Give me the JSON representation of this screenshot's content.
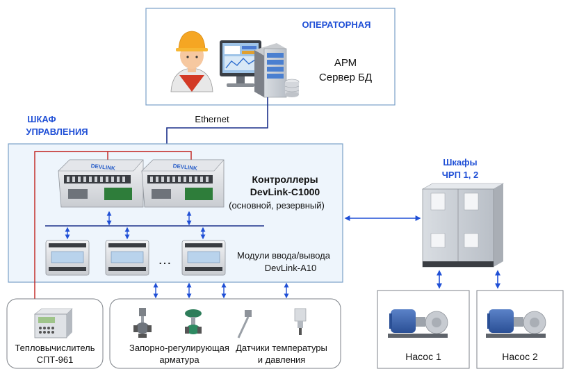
{
  "operator_room": {
    "title": "ОПЕРАТОРНАЯ",
    "line1": "АРМ",
    "line2": "Сервер БД"
  },
  "network": {
    "label": "Ethernet"
  },
  "cabinet": {
    "title_line1": "ШКАФ",
    "title_line2": "УПРАВЛЕНИЯ"
  },
  "controllers": {
    "line1": "Контроллеры",
    "line2": "DevLink-C1000",
    "line3": "(основной, резервный)",
    "brand": "DEVLINK"
  },
  "io_modules": {
    "line1": "Модули ввода/вывода",
    "line2": "DevLink-A10",
    "ellipsis": "…"
  },
  "vfd": {
    "line1": "Шкафы",
    "line2": "ЧРП 1, 2"
  },
  "pumps": [
    {
      "label": "Насос 1"
    },
    {
      "label": "Насос 2"
    }
  ],
  "heat_calc": {
    "line1": "Тепловычислитель",
    "line2": "СПТ-961"
  },
  "field_devices": {
    "valves_line1": "Запорно-регулирующая",
    "valves_line2": "арматура",
    "sensors_line1": "Датчики температуры",
    "sensors_line2": "и давления"
  },
  "colors": {
    "accent_blue": "#1f4fd6",
    "ethernet_line": "#1a2f8a",
    "red_line": "#c0201c",
    "panel_border": "#7aa0c8",
    "panel_fill": "#eef5fc"
  }
}
